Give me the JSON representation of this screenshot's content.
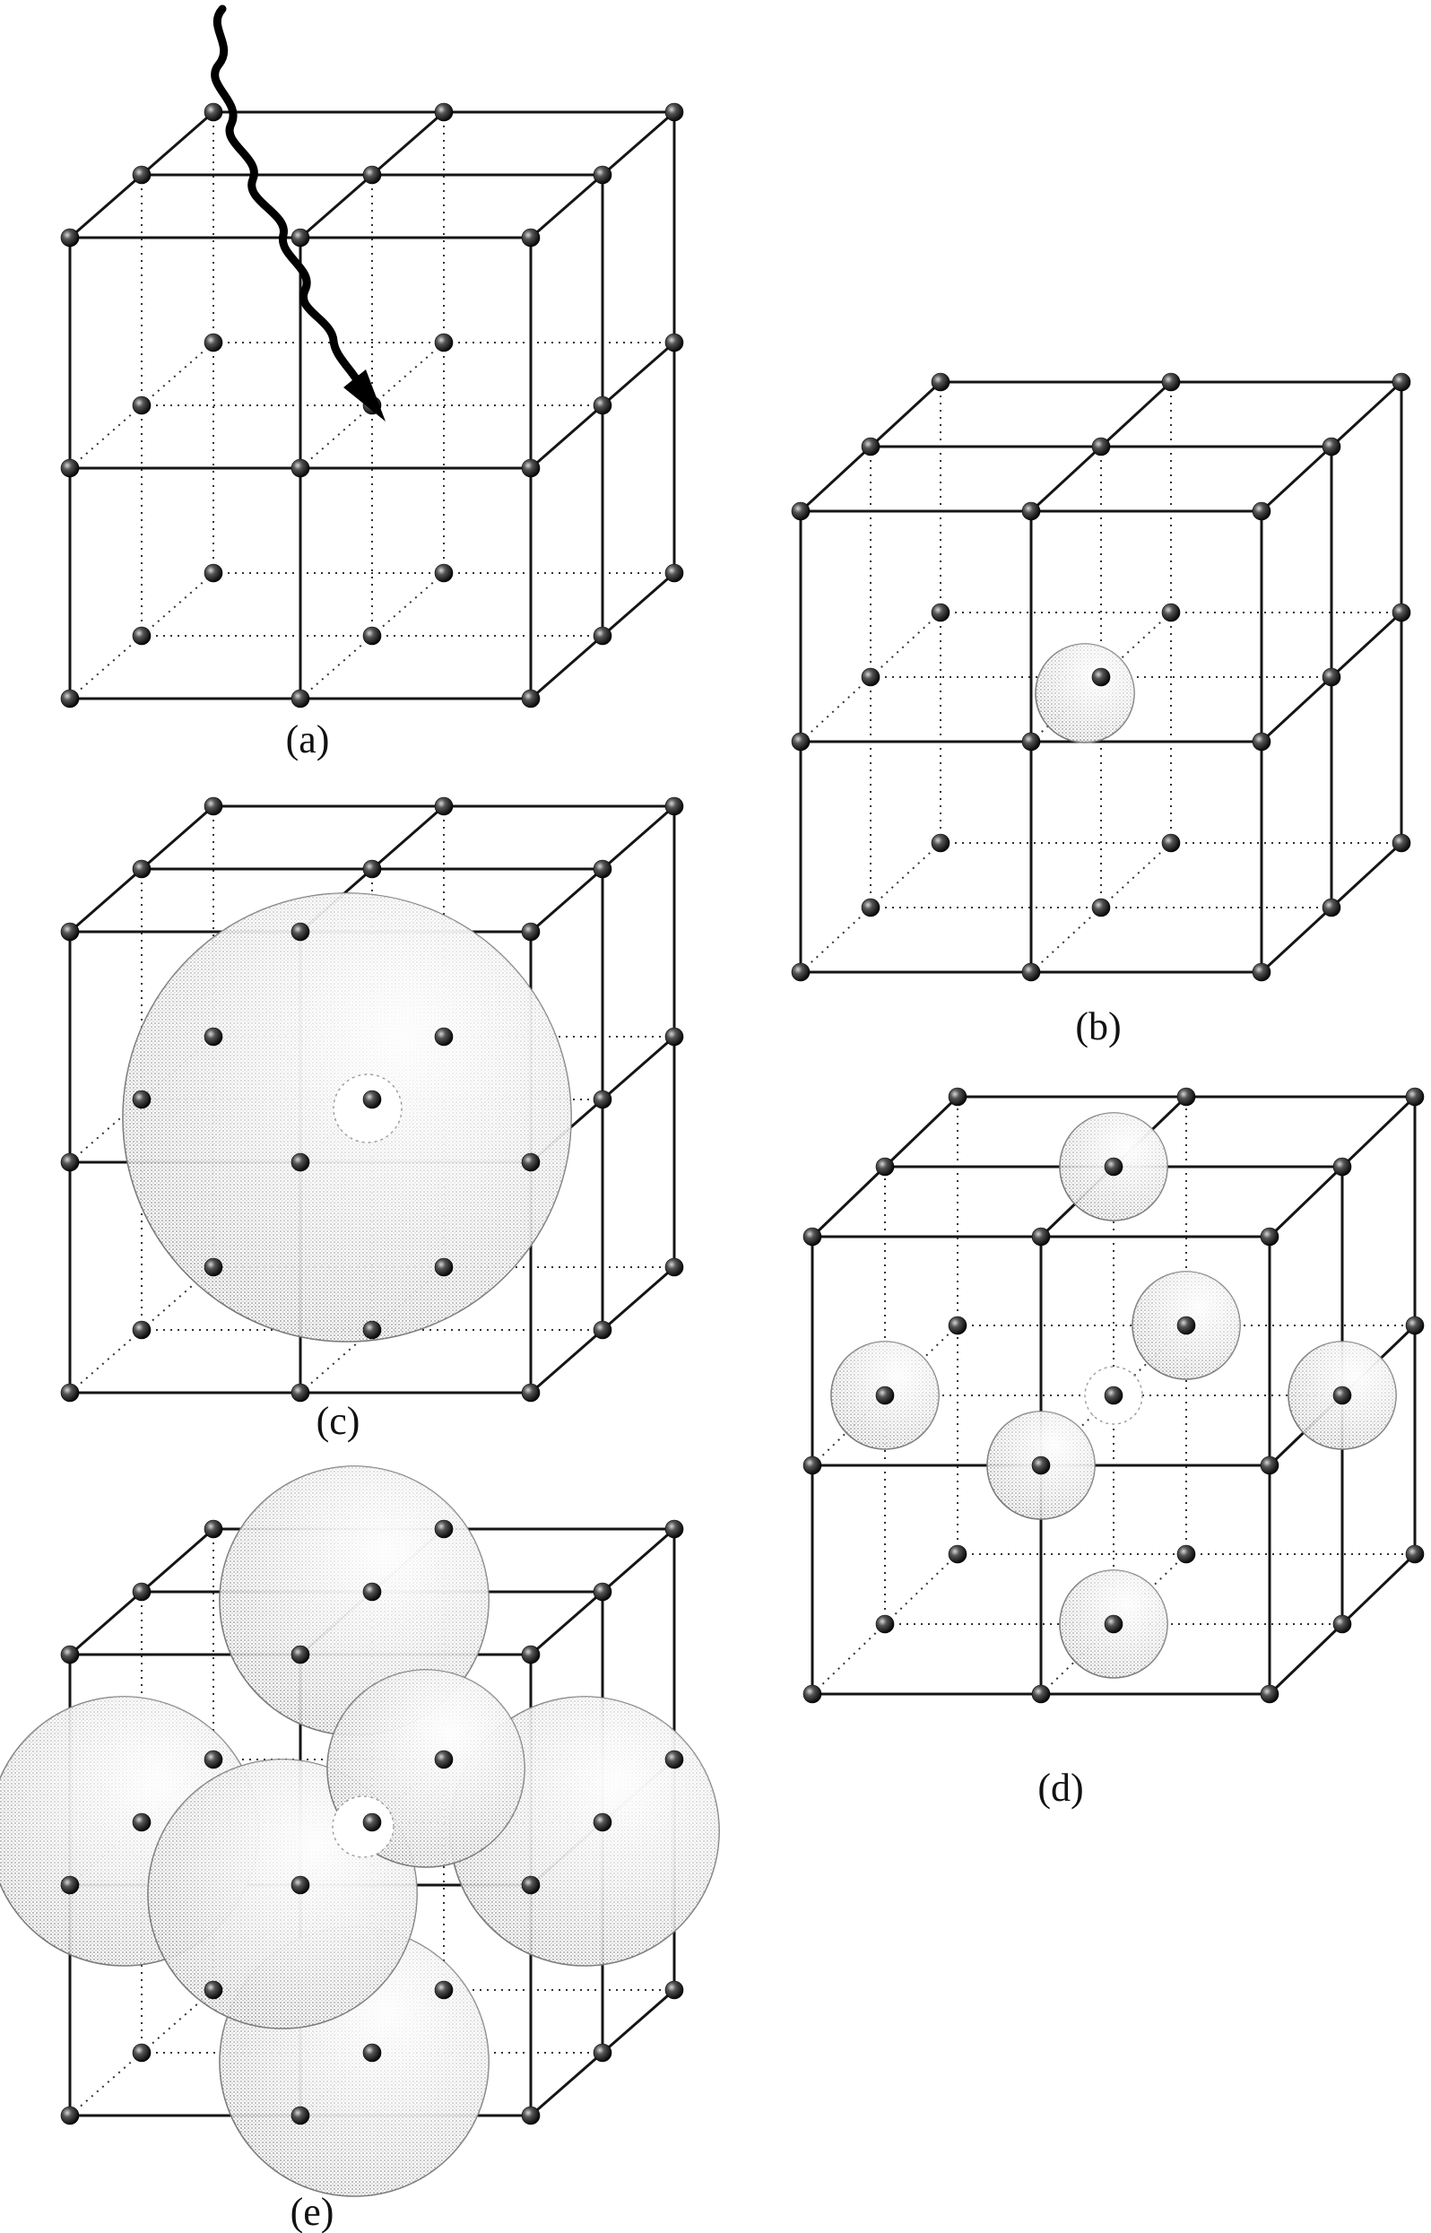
{
  "figure": {
    "panels": [
      {
        "id": "a",
        "label": "(a)",
        "arrow": true,
        "spheres": [],
        "interstitial_hole": false
      },
      {
        "id": "b",
        "label": "(b)",
        "arrow": false,
        "spheres": [
          "center-small"
        ],
        "interstitial_hole": false
      },
      {
        "id": "c",
        "label": "(c)",
        "arrow": false,
        "spheres": [
          "center-large"
        ],
        "interstitial_hole": true
      },
      {
        "id": "d",
        "label": "(d)",
        "arrow": false,
        "spheres": [
          "face-small-6"
        ],
        "interstitial_hole": true
      },
      {
        "id": "e",
        "label": "(e)",
        "arrow": false,
        "spheres": [
          "face-large-6"
        ],
        "interstitial_hole": true
      }
    ],
    "lattice": "3x3x3 cubic lattice of atoms (2x2x2 unit cells)"
  }
}
